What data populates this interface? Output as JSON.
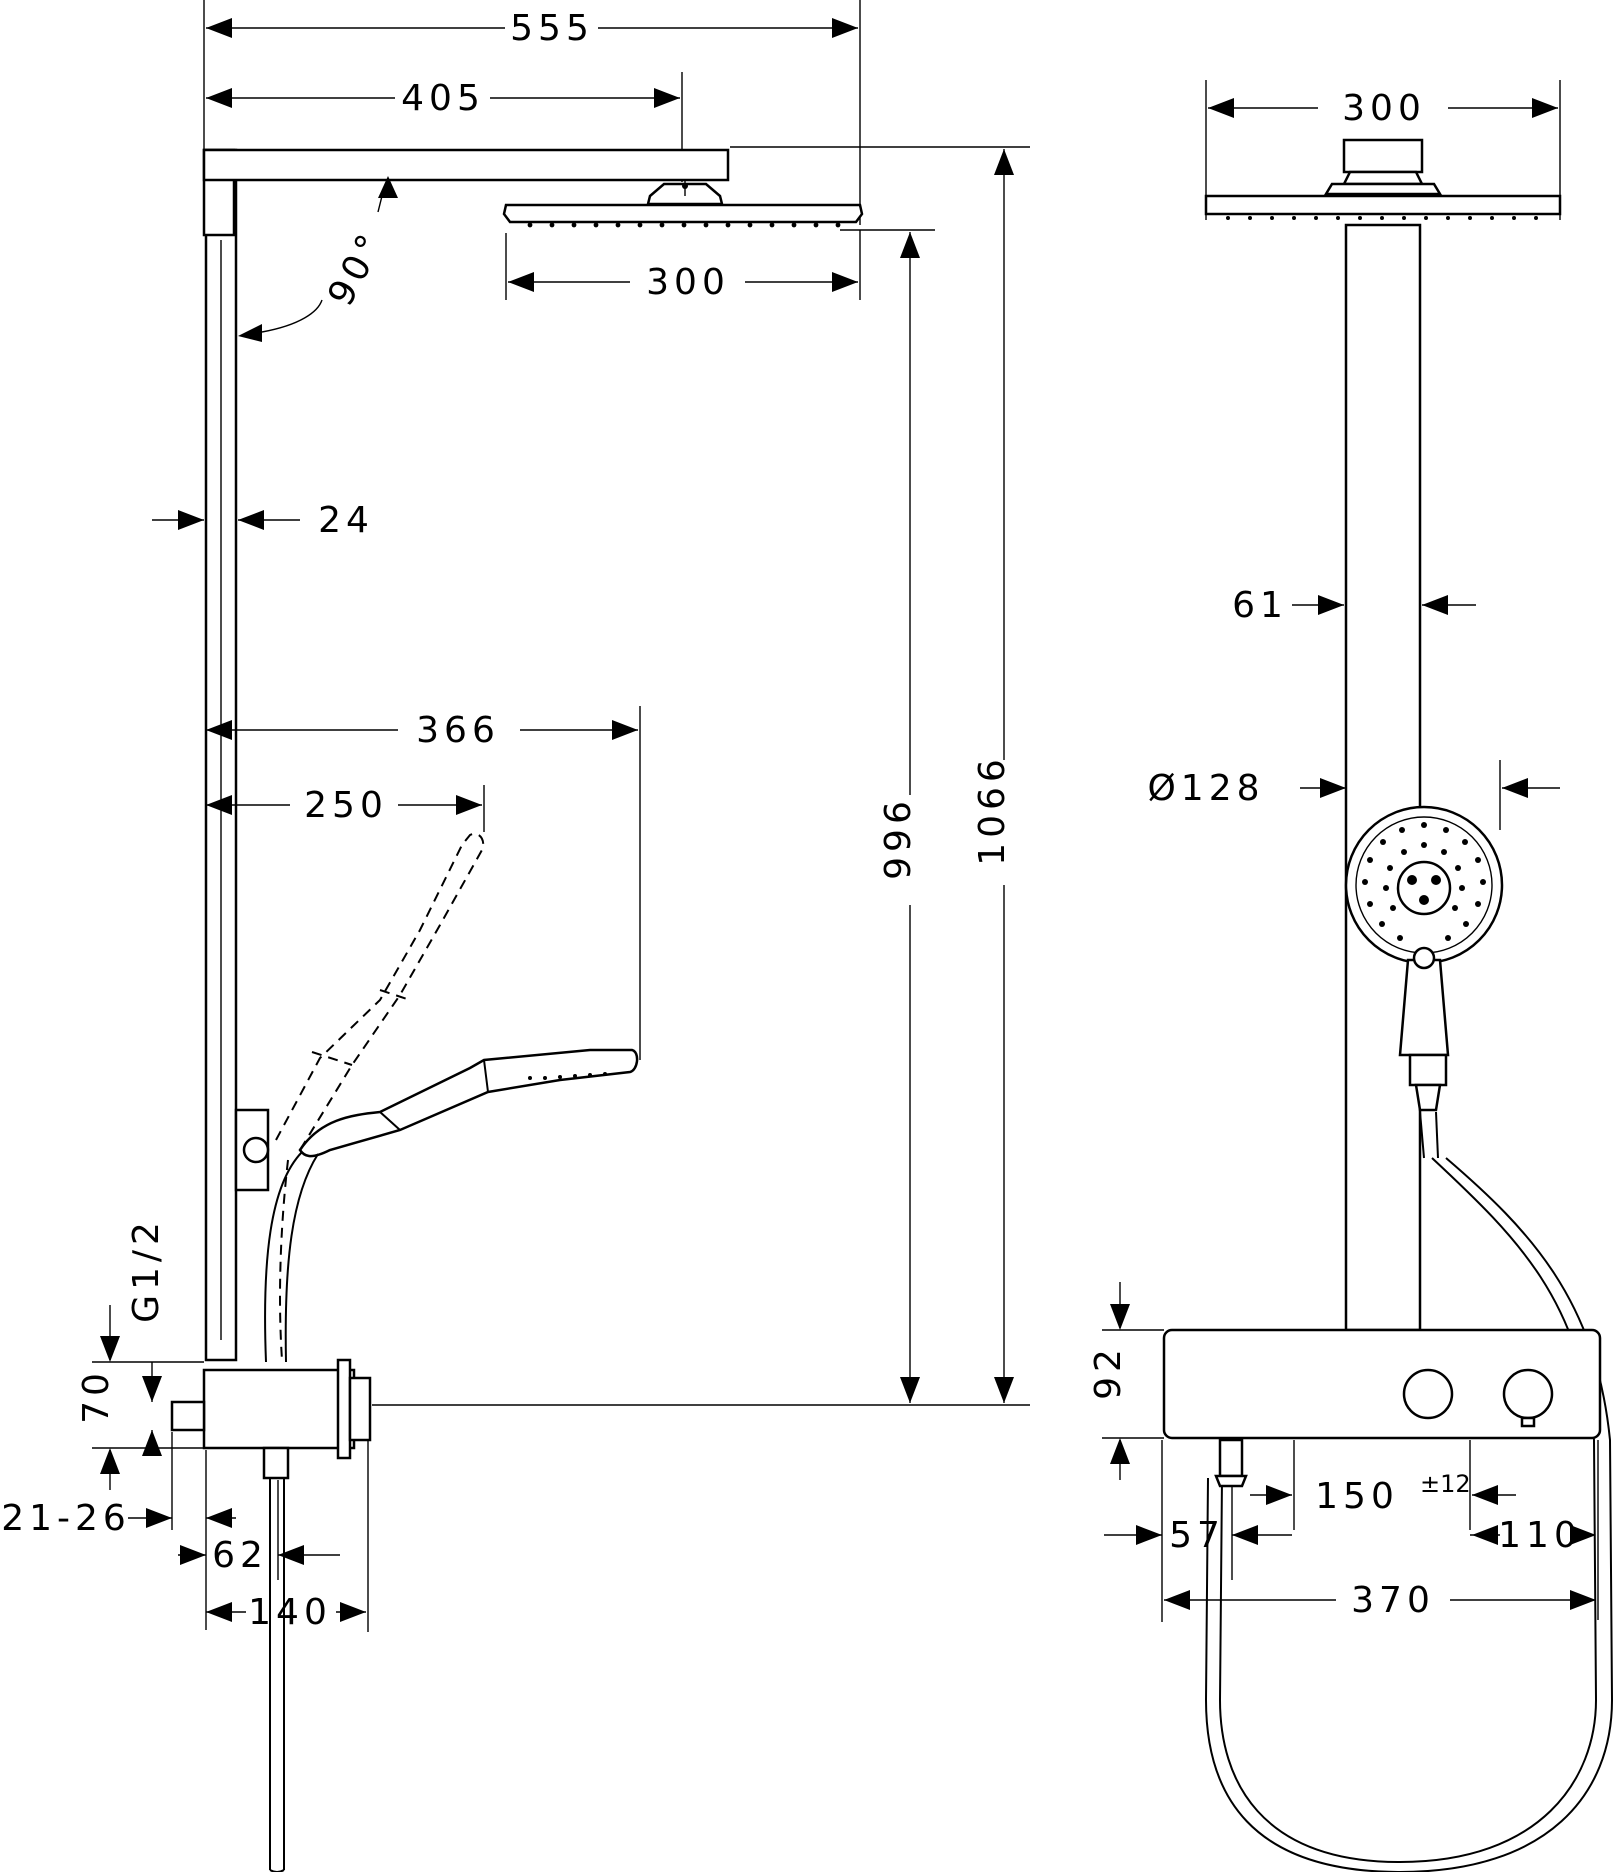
{
  "side_view": {
    "overall_width": "555",
    "arm_length": "405",
    "head_width": "300",
    "angle": "90°",
    "rail_depth": "24",
    "hand_shower_reach": "366",
    "holder_reach": "250",
    "head_height": "996",
    "total_height": "1066",
    "connection_thread": "G1/2",
    "connection_height": "70",
    "wall_offset": "21-26",
    "outlet_offset": "62",
    "thermostat_depth": "140"
  },
  "front_view": {
    "head_width": "300",
    "pipe_width": "61",
    "hand_shower_diameter": "Ø128",
    "thermostat_height": "92",
    "knob_spacing": "150",
    "knob_spacing_tolerance": "±12",
    "outlet_offset": "57",
    "right_offset": "110",
    "thermostat_width": "370"
  }
}
